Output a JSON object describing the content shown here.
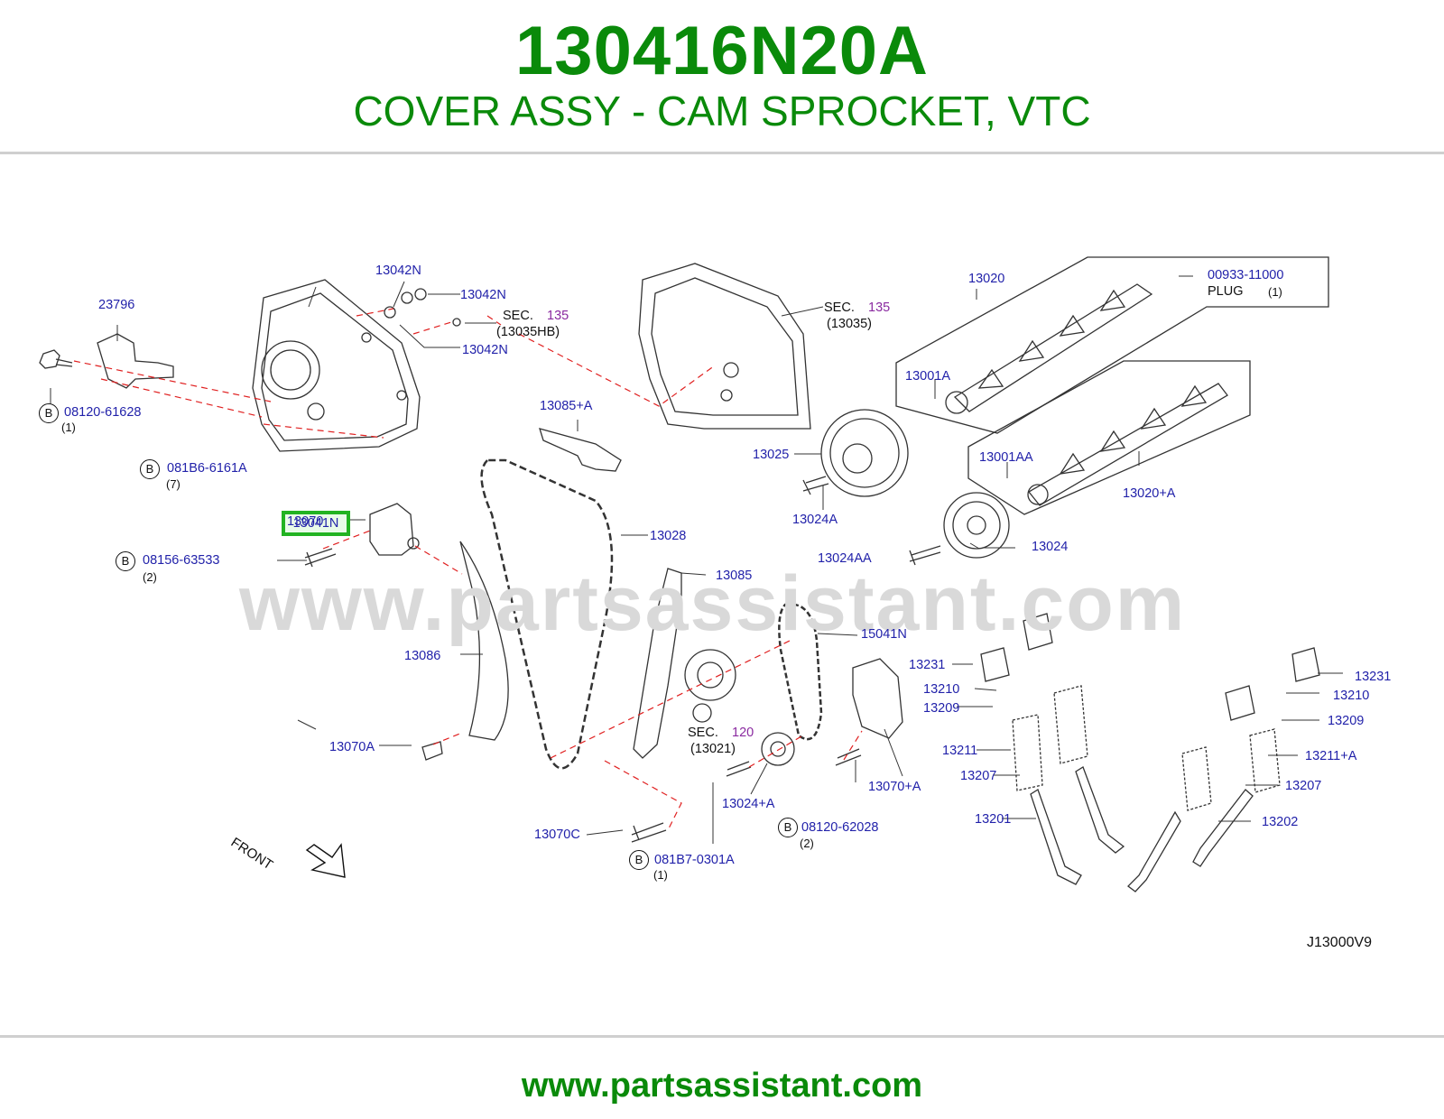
{
  "header": {
    "part_number": "130416N20A",
    "description": "COVER ASSY - CAM SPROCKET, VTC"
  },
  "watermark": "www.partsassistant.com",
  "footer": {
    "url": "www.partsassistant.com"
  },
  "diagram": {
    "code": "J13000V9",
    "front_label": "FRONT",
    "highlighted_part": "13041N",
    "sec_labels": {
      "sec": "SEC.",
      "sec135a": "135",
      "sec135a_ref": "(13035HB)",
      "sec135b": "135",
      "sec135b_ref": "(13035)",
      "sec120": "120",
      "sec120_ref": "(13021)"
    },
    "plug": {
      "label": "PLUG",
      "qty": "(1)"
    },
    "bolts": [
      {
        "circle": "B",
        "part": "08120-61628",
        "qty": "(1)"
      },
      {
        "circle": "B",
        "part": "081B6-6161A",
        "qty": "(7)"
      },
      {
        "circle": "B",
        "part": "08156-63533",
        "qty": "(2)"
      },
      {
        "circle": "B",
        "part": "08120-62028",
        "qty": "(2)"
      },
      {
        "circle": "B",
        "part": "081B7-0301A",
        "qty": "(1)"
      }
    ],
    "parts": {
      "p23796": "23796",
      "p13042n_a": "13042N",
      "p13042n_b": "13042N",
      "p13042n_c": "13042N",
      "p13020": "13020",
      "p00933": "00933-11000",
      "p13001a": "13001A",
      "p13001aa": "13001AA",
      "p13020a": "13020+A",
      "p13085a": "13085+A",
      "p13025": "13025",
      "p13024a": "13024A",
      "p13070": "13070",
      "p13028": "13028",
      "p13024aa": "13024AA",
      "p13024": "13024",
      "p13085": "13085",
      "p15041n": "15041N",
      "p13086": "13086",
      "p13231a": "13231",
      "p13210a": "13210",
      "p13209a": "13209",
      "p13211": "13211",
      "p13207a": "13207",
      "p13201": "13201",
      "p13231b": "13231",
      "p13210b": "13210",
      "p13209b": "13209",
      "p13211a": "13211+A",
      "p13207b": "13207",
      "p13202": "13202",
      "p13070a": "13070A",
      "p13070aa": "13070+A",
      "p13024plusa": "13024+A",
      "p13070c": "13070C"
    }
  }
}
